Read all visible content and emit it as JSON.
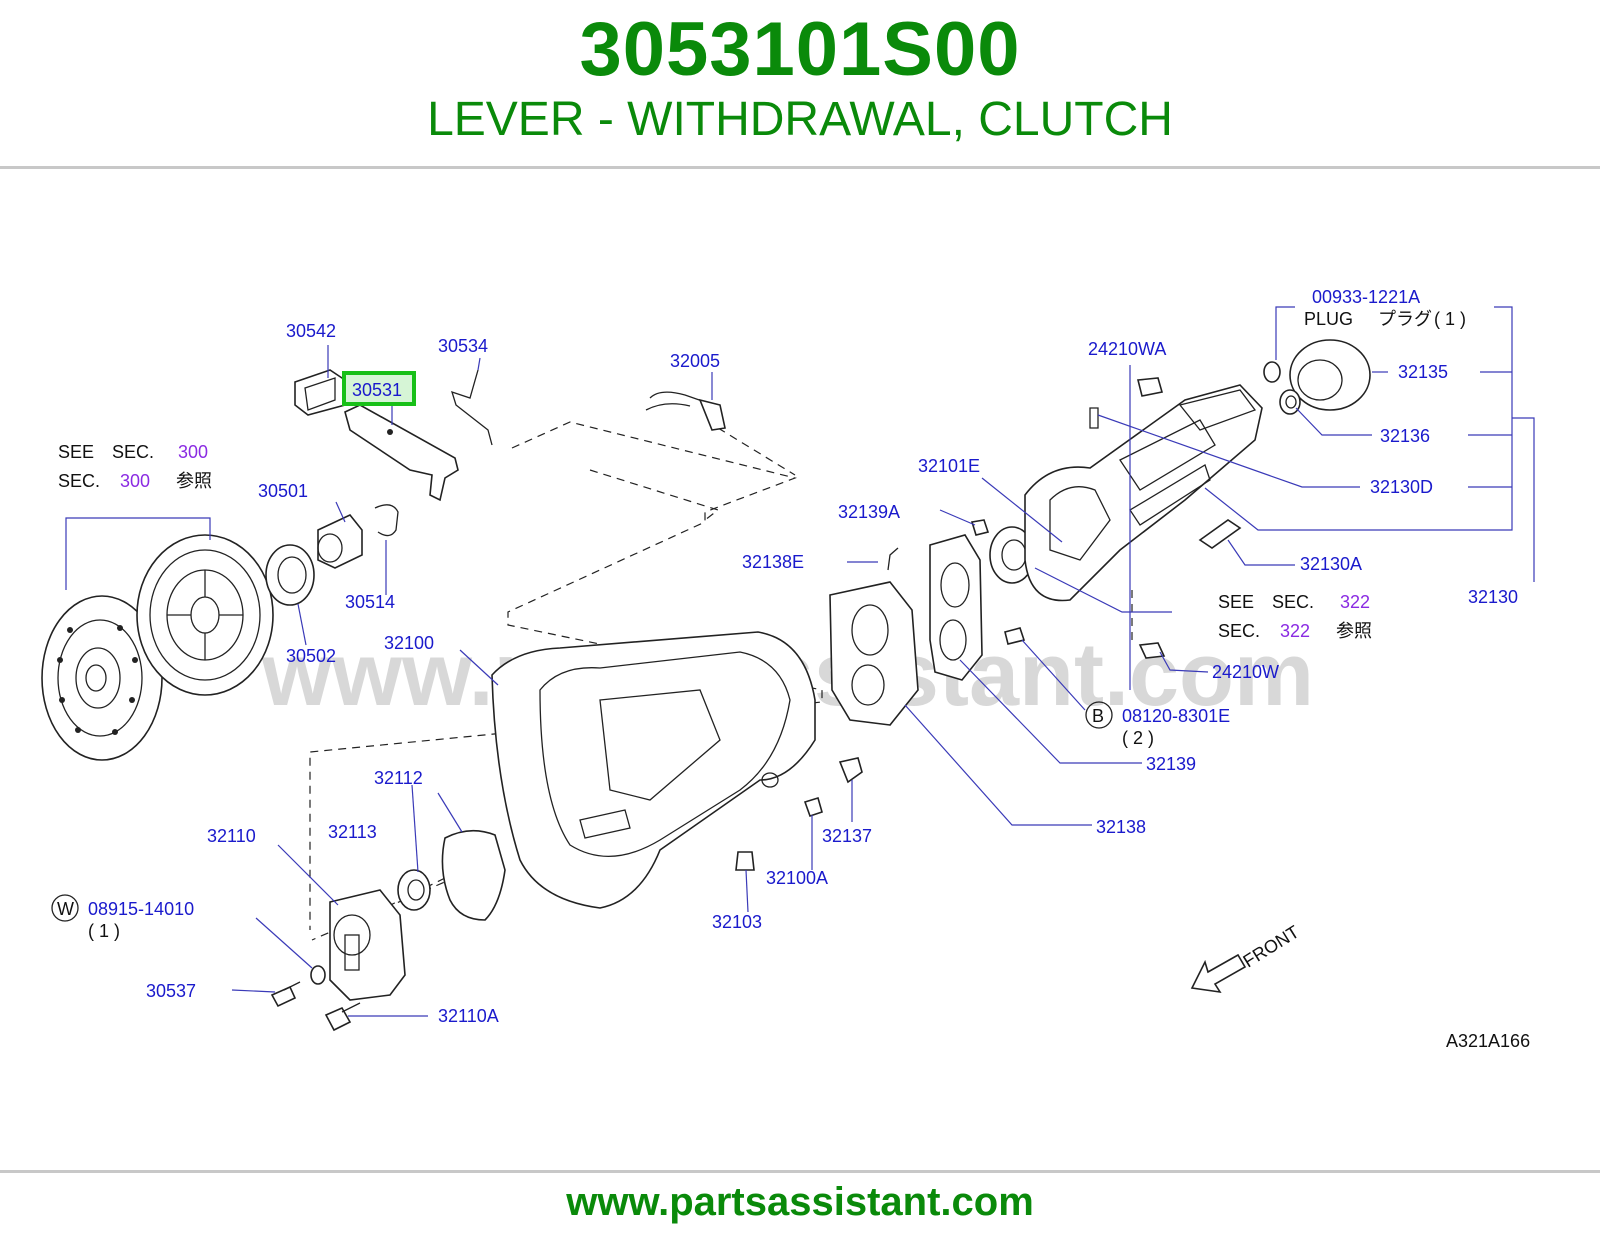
{
  "header": {
    "part_number": "3053101S00",
    "description": "LEVER - WITHDRAWAL, CLUTCH"
  },
  "footer": {
    "website": "www.partsassistant.com"
  },
  "diagram": {
    "watermark": "www.partsassistant.com",
    "diagram_code": "A321A166",
    "front_label": "FRONT",
    "highlighted_part": "30531",
    "colors": {
      "title_green": "#0a8a0a",
      "label_blue": "#1a1acc",
      "section_purple": "#8a2be2",
      "highlight_border": "#18c018",
      "highlight_fill": "#d6f5d6"
    },
    "labels": {
      "p30542": "30542",
      "p30534": "30534",
      "p32005": "32005",
      "p30531": "30531",
      "p30501": "30501",
      "p30514": "30514",
      "p30502": "30502",
      "p32100": "32100",
      "p32112": "32112",
      "p32113": "32113",
      "p32110": "32110",
      "p30537": "30537",
      "p32110A": "32110A",
      "p32103": "32103",
      "p32100A": "32100A",
      "p32137": "32137",
      "p32138": "32138",
      "p32139": "32139",
      "p32138E": "32138E",
      "p32139A": "32139A",
      "p32101E": "32101E",
      "p24210WA": "24210WA",
      "p24210W": "24210W",
      "p32130A": "32130A",
      "p32130D": "32130D",
      "p32130": "32130",
      "p32135": "32135",
      "p32136": "32136",
      "p00933": "00933-1221A",
      "plug": "PLUG",
      "plug_jp": "プラグ",
      "plug_qty": "( 1 )",
      "bolt_w": "08915-14010",
      "bolt_w_qty": "( 1 )",
      "bolt_b": "08120-8301E",
      "bolt_b_qty": "( 2 )",
      "badge_w": "W",
      "badge_b": "B"
    },
    "see_sections": {
      "left": {
        "see": "SEE",
        "sec": "SEC.",
        "number": "300",
        "ref": "参照"
      },
      "right": {
        "see": "SEE",
        "sec": "SEC.",
        "number": "322",
        "ref": "参照"
      }
    }
  }
}
